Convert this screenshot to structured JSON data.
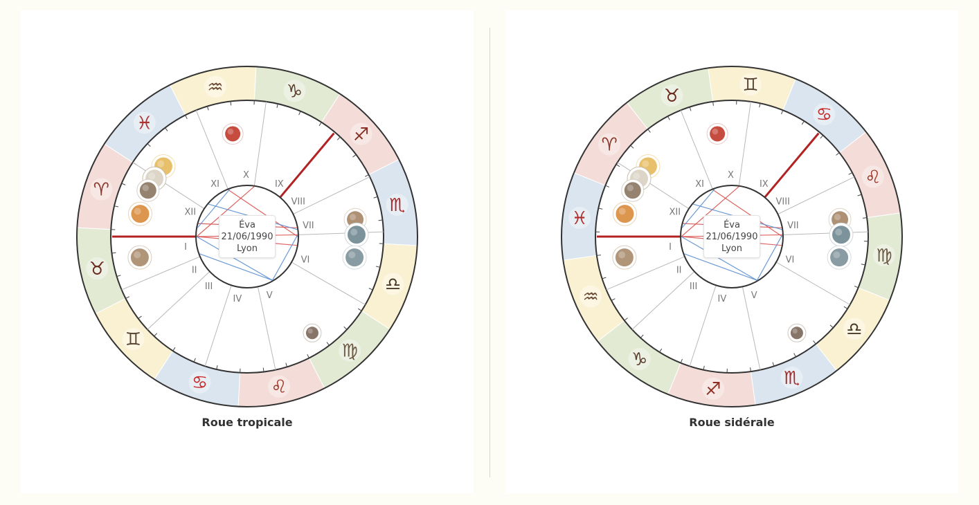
{
  "person": {
    "name": "Éva",
    "date": "21/06/1990",
    "place": "Lyon"
  },
  "colors": {
    "fire": "#f4dcd8",
    "earth": "#e3ead4",
    "air": "#faf1d3",
    "water": "#dae5ef",
    "axis": "#b22222",
    "aspect_red": "#d9534f",
    "aspect_blue": "#5b8fd1",
    "ring": "#333333",
    "cusp": "#b8b8b8",
    "house_label": "#777777"
  },
  "charts": [
    {
      "id": "tropical",
      "caption": "Roue tropicale",
      "sign_start_deg": 147,
      "signs": [
        {
          "name": "Aries",
          "element": "fire"
        },
        {
          "name": "Taurus",
          "element": "earth"
        },
        {
          "name": "Gemini",
          "element": "air"
        },
        {
          "name": "Cancer",
          "element": "water"
        },
        {
          "name": "Leo",
          "element": "fire"
        },
        {
          "name": "Virgo",
          "element": "earth"
        },
        {
          "name": "Libra",
          "element": "air"
        },
        {
          "name": "Scorpio",
          "element": "water"
        },
        {
          "name": "Sagittarius",
          "element": "fire"
        },
        {
          "name": "Capricorn",
          "element": "earth"
        },
        {
          "name": "Aquarius",
          "element": "air"
        },
        {
          "name": "Pisces",
          "element": "water"
        }
      ]
    },
    {
      "id": "sidereal",
      "caption": "Roue sidérale",
      "sign_start_deg": 128,
      "signs": [
        {
          "name": "Aries",
          "element": "fire"
        },
        {
          "name": "Pisces",
          "element": "water"
        },
        {
          "name": "Aquarius",
          "element": "air"
        },
        {
          "name": "Capricorn",
          "element": "earth"
        },
        {
          "name": "Sagittarius",
          "element": "fire"
        },
        {
          "name": "Scorpio",
          "element": "water"
        },
        {
          "name": "Libra",
          "element": "air"
        },
        {
          "name": "Virgo",
          "element": "earth"
        },
        {
          "name": "Leo",
          "element": "fire"
        },
        {
          "name": "Cancer",
          "element": "water"
        },
        {
          "name": "Gemini",
          "element": "air"
        },
        {
          "name": "Taurus",
          "element": "earth"
        }
      ]
    }
  ],
  "houses": {
    "numerals": [
      "I",
      "II",
      "III",
      "IV",
      "V",
      "VI",
      "VII",
      "VIII",
      "IX",
      "X",
      "XI",
      "XII"
    ],
    "cusps_deg": [
      180,
      203,
      223,
      252,
      282,
      330,
      2,
      26,
      50,
      82,
      112,
      147
    ],
    "axes_deg": [
      180,
      50
    ]
  },
  "planets": [
    {
      "name": "Mars",
      "icon": "mars-icon",
      "deg": 98
    },
    {
      "name": "Jupiter",
      "icon": "jupiter-icon",
      "deg": 140
    },
    {
      "name": "Moon",
      "icon": "moon-icon",
      "deg": 148
    },
    {
      "name": "Mercury",
      "icon": "mercury-icon",
      "deg": 155
    },
    {
      "name": "Sun",
      "icon": "sun-icon",
      "deg": 168
    },
    {
      "name": "Saturn",
      "icon": "saturn-icon",
      "deg": 191
    },
    {
      "name": "Pluto",
      "icon": "pluto-icon",
      "deg": 304
    },
    {
      "name": "Uranus",
      "icon": "uranus-icon",
      "deg": 9
    },
    {
      "name": "Neptune",
      "icon": "neptune-icon",
      "deg": 1
    },
    {
      "name": "Venus",
      "icon": "venus-icon",
      "deg": 349
    }
  ],
  "aspects": [
    {
      "from": 112,
      "to": 0,
      "color": "aspect_red"
    },
    {
      "from": 180,
      "to": 2,
      "color": "aspect_red"
    },
    {
      "from": 180,
      "to": 82,
      "color": "aspect_red"
    },
    {
      "from": 180,
      "to": 350,
      "color": "aspect_red"
    },
    {
      "from": 165,
      "to": 10,
      "color": "aspect_red"
    },
    {
      "from": 180,
      "to": 300,
      "color": "aspect_blue"
    },
    {
      "from": 300,
      "to": 2,
      "color": "aspect_blue"
    },
    {
      "from": 200,
      "to": 300,
      "color": "aspect_blue"
    },
    {
      "from": 170,
      "to": 110,
      "color": "aspect_blue"
    },
    {
      "from": 140,
      "to": 8,
      "color": "aspect_blue"
    }
  ]
}
